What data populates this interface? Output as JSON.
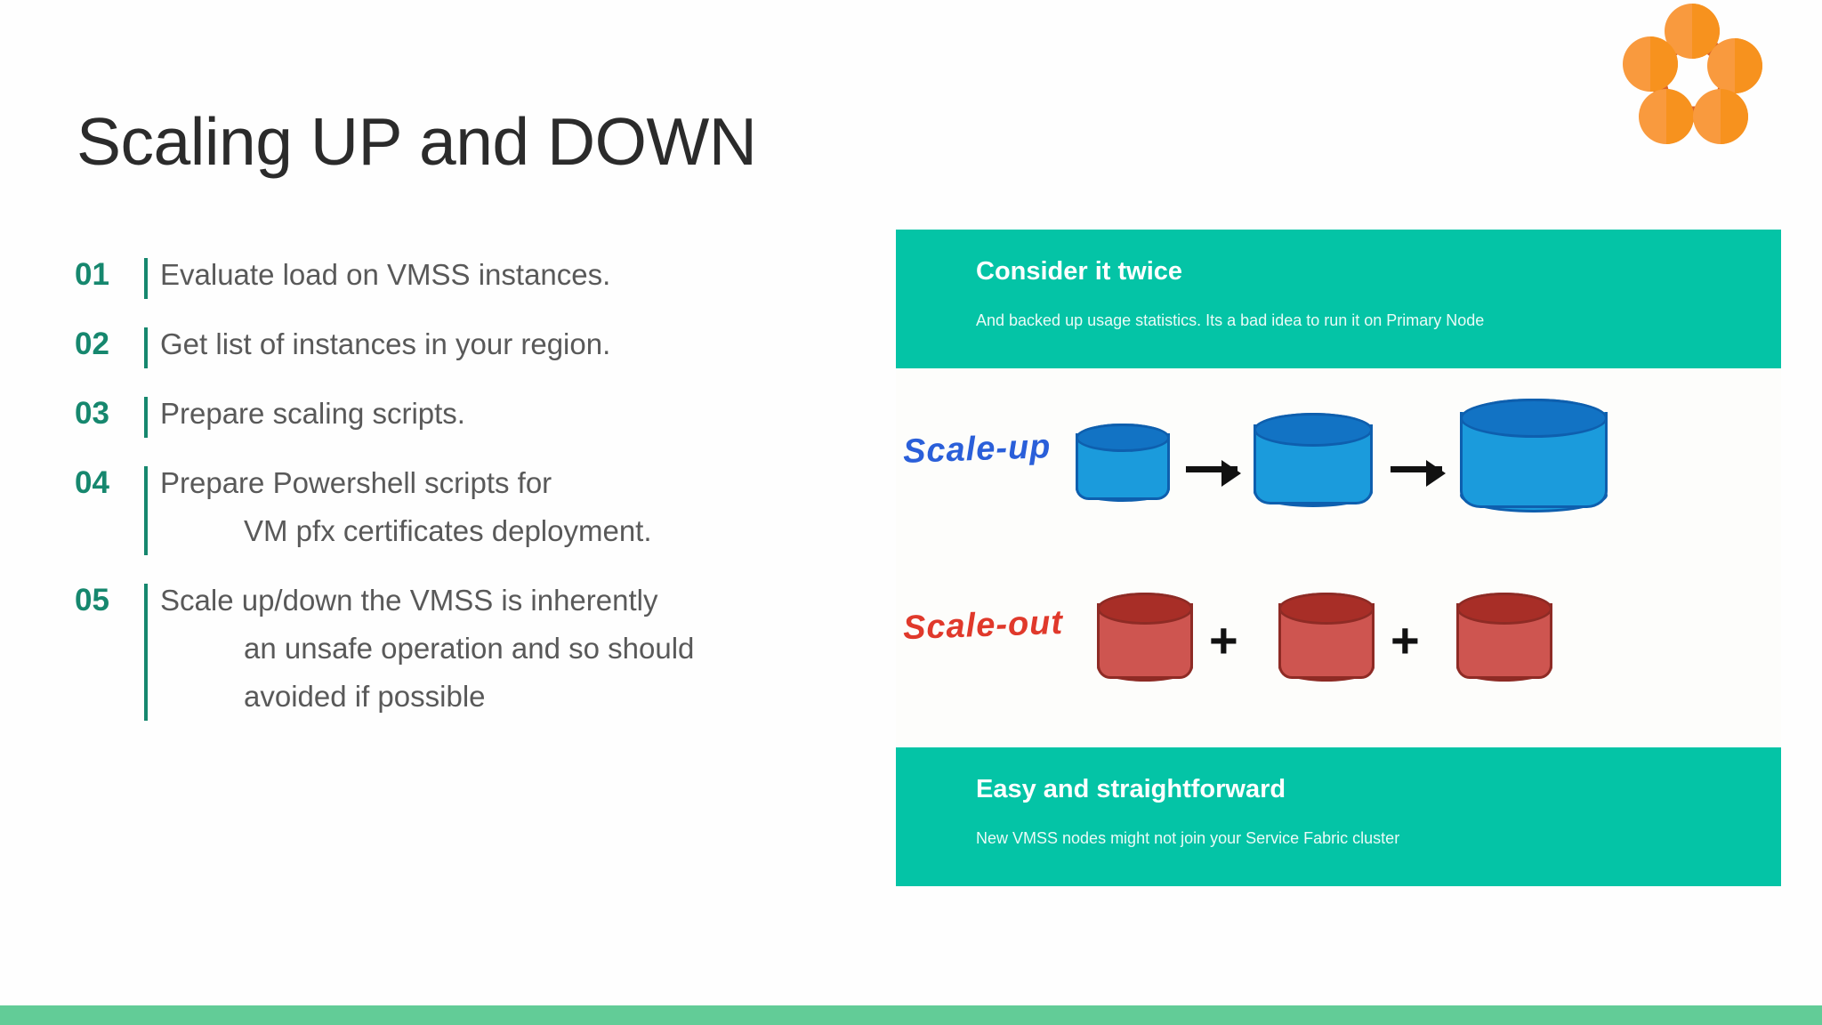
{
  "slide": {
    "title": "Scaling UP and DOWN",
    "background_color": "#fefefe",
    "accent_teal": "#04C4A6",
    "accent_number": "#16876E",
    "bottom_bar_color": "#62CC97"
  },
  "logo": {
    "name": "pentagon-nodes-logo",
    "color_light": "#F99A3E",
    "color_mid": "#F7921E",
    "color_link": "#D9632B"
  },
  "steps": [
    {
      "number": "01",
      "line1": "Evaluate load on VMSS instances.",
      "line2": "",
      "line3": ""
    },
    {
      "number": "02",
      "line1": "Get list of instances in your region.",
      "line2": "",
      "line3": ""
    },
    {
      "number": "03",
      "line1": "Prepare scaling scripts.",
      "line2": "",
      "line3": ""
    },
    {
      "number": "04",
      "line1": "Prepare Powershell scripts for",
      "line2": "VM pfx certificates deployment.",
      "line3": ""
    },
    {
      "number": "05",
      "line1": "Scale up/down the VMSS is inherently",
      "line2": "an unsafe operation and so should",
      "line3": "avoided if possible"
    }
  ],
  "callouts": {
    "top": {
      "title": "Consider it twice",
      "subtitle": "And backed up usage statistics. Its a bad idea to run it on Primary Node"
    },
    "bottom": {
      "title": "Easy and straightforward",
      "subtitle": "New VMSS nodes might not join your Service Fabric cluster"
    }
  },
  "diagram": {
    "scale_up": {
      "label": "Scale-up",
      "label_color": "#2A5FD9",
      "cylinder_color": "#1B9BDC",
      "connector": "arrow",
      "cylinders": 3
    },
    "scale_out": {
      "label": "Scale-out",
      "label_color": "#E0392B",
      "cylinder_color": "#CE5550",
      "connector": "+",
      "cylinders": 3,
      "plus_1": "+",
      "plus_2": "+"
    }
  }
}
